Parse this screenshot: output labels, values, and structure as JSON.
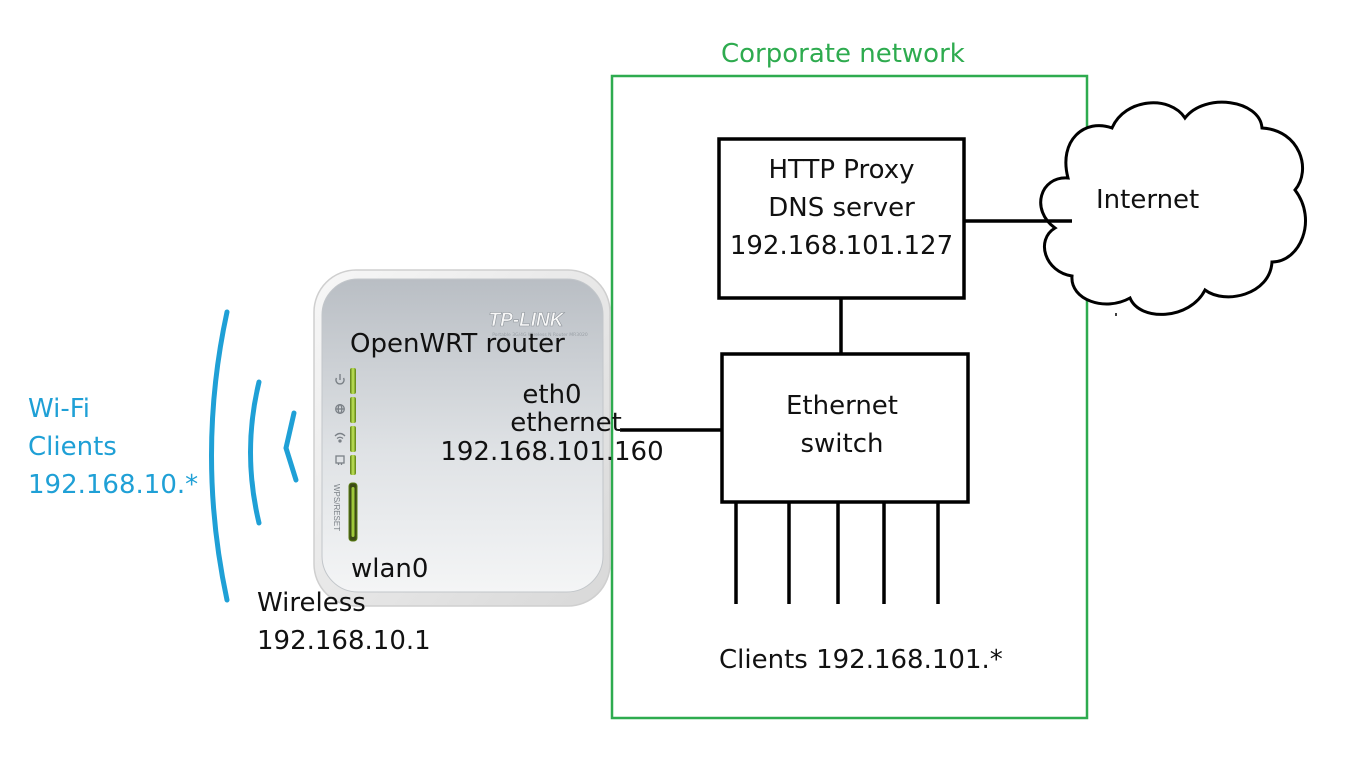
{
  "corporate": {
    "label": "Corporate network",
    "color": "#2eab4f"
  },
  "proxy": {
    "line1": "HTTP Proxy",
    "line2": "DNS server",
    "ip": "192.168.101.127"
  },
  "internet": {
    "label": "Internet"
  },
  "router": {
    "brand": "TP-LINK",
    "model_line": "Portable 3G/4G Wireless N Router MR3020",
    "wps_label": "WPS/RESET",
    "name": "OpenWRT router",
    "eth_iface": "eth0",
    "eth_type": "ethernet",
    "eth_ip": "192.168.101.160",
    "wlan_iface": "wlan0",
    "wireless_label": "Wireless",
    "wireless_ip": "192.168.10.1"
  },
  "switch": {
    "line1": "Ethernet",
    "line2": "switch"
  },
  "clients": {
    "label": "Clients 192.168.101.*"
  },
  "wifi_clients": {
    "line1": "Wi-Fi",
    "line2": "Clients",
    "line3": "192.168.10.*",
    "color": "#1fa0d6"
  },
  "icons": [
    "wifi-signal-arcs-icon",
    "power-icon",
    "internet-globe-icon",
    "wlan-icon",
    "ethernet-port-icon",
    "cloud-icon"
  ]
}
